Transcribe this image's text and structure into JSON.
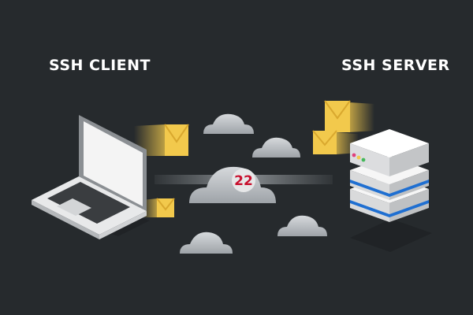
{
  "labels": {
    "client": "SSH CLIENT",
    "server": "SSH SERVER"
  },
  "port": "22",
  "colors": {
    "background": "#262a2d",
    "envelope": "#f2c94c",
    "port_badge": "#c8102e",
    "server_stripe": "#1f6fd1",
    "cloud": "#c9cccf"
  },
  "icons": [
    "laptop-icon",
    "server-stack-icon",
    "envelope-icon",
    "cloud-icon"
  ]
}
